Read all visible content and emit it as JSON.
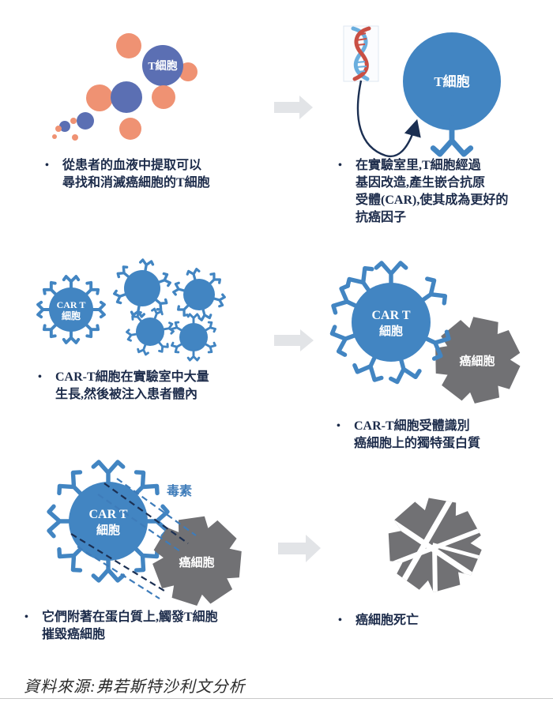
{
  "colors": {
    "orange": "#EF9273",
    "indigo": "#5B6FB3",
    "blue": "#4285C2",
    "gray": "#717174",
    "arrow_gray": "#E2E4E7",
    "text_navy": "#1C2B4A",
    "toxin_blue": "#3E7CBA",
    "navy_stroke": "#1B2F52",
    "rule_gray": "#C9C9C9",
    "source_gray": "#2B2B2B"
  },
  "labels": {
    "t_cell": "T細胞",
    "car_t_line1": "CAR T",
    "car_t_line2": "細胞",
    "cancer_cell": "癌細胞",
    "toxin": "毒素"
  },
  "steps": [
    {
      "bullet": "•",
      "lines": [
        "從患者的血液中提取可以",
        "尋找和消滅癌細胞的T細胞"
      ]
    },
    {
      "bullet": "•",
      "lines": [
        "在實驗室里,T細胞經過",
        "基因改造,產生嵌合抗原",
        "受體(CAR),使其成為更好的",
        "抗癌因子"
      ]
    },
    {
      "bullet": "•",
      "lines": [
        "CAR-T細胞在實驗室中大量",
        "生長,然後被注入患者體內"
      ]
    },
    {
      "bullet": "•",
      "lines": [
        "CAR-T細胞受體識別",
        "癌細胞上的獨特蛋白質"
      ]
    },
    {
      "bullet": "•",
      "lines": [
        "它們附著在蛋白質上,觸發T細胞",
        "摧毀癌細胞"
      ]
    },
    {
      "bullet": "•",
      "lines": [
        "癌細胞死亡"
      ]
    }
  ],
  "source_note": "資料來源:弗若斯特沙利文分析"
}
